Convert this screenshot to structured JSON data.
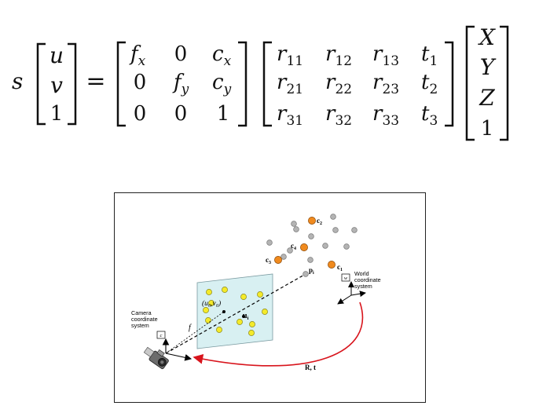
{
  "equation": {
    "scale": "s",
    "image_point": [
      "u",
      "v",
      "1"
    ],
    "equals": "=",
    "intrinsic": {
      "r1": [
        "f",
        "x",
        "0",
        "c",
        "x"
      ],
      "r2": [
        "0",
        "f",
        "y",
        "c",
        "y"
      ],
      "r3": [
        "0",
        "0",
        "1"
      ]
    },
    "extrinsic": {
      "r1": [
        "r",
        "11",
        "r",
        "12",
        "r",
        "13",
        "t",
        "1"
      ],
      "r2": [
        "r",
        "21",
        "r",
        "22",
        "r",
        "23",
        "t",
        "2"
      ],
      "r3": [
        "r",
        "31",
        "r",
        "32",
        "r",
        "33",
        "t",
        "3"
      ]
    },
    "world_point": [
      "X",
      "Y",
      "Z",
      "1"
    ]
  },
  "figure": {
    "camera_label": [
      "Camera",
      "coordinate",
      "system"
    ],
    "camera_frame_box": "c",
    "world_label": [
      "World",
      "coordinate",
      "system"
    ],
    "world_frame_box": "w",
    "focal_label": "f",
    "principal_point": {
      "open": "(",
      "u": "u",
      "u_sub": "0",
      "comma": ",",
      "v": "v",
      "v_sub": "0",
      "close": ")"
    },
    "image_point_label": {
      "base": "u",
      "sub": "i"
    },
    "world_point_label": {
      "base": "p",
      "sub": "i"
    },
    "centers": [
      {
        "base": "c",
        "sub": "1"
      },
      {
        "base": "c",
        "sub": "2"
      },
      {
        "base": "c",
        "sub": "3"
      },
      {
        "base": "c",
        "sub": "4"
      }
    ],
    "transform_label": "R, t",
    "colors": {
      "image_plane": "#d8f0f2",
      "projected_dot": "#f4ea2a",
      "center_dot": "#f08a1e",
      "grey_dot": "#b4b4b4",
      "arrow": "#d8141c"
    }
  }
}
